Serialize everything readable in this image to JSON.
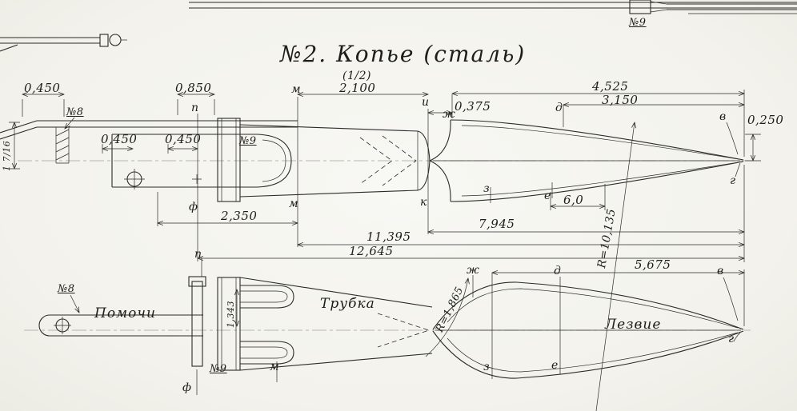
{
  "title": {
    "text": "№2. Копье (сталь)",
    "scale": "(1/2)"
  },
  "top": {
    "rod_tag": "№9"
  },
  "upper": {
    "dims": {
      "d0450": "0,450",
      "d0850": "0,850",
      "d2100": "2,100",
      "d0375": "0,375",
      "d4525": "4,525",
      "d3150": "3,150",
      "d0250": "0,250",
      "d0450b": "0,450",
      "d0450c": "0,450",
      "d2350": "2,350",
      "d7945": "7,945",
      "d60": "6,0",
      "d11395": "11,395",
      "d12645": "12,645",
      "left_height": "1 7/16"
    },
    "tags": {
      "strap": "№8",
      "ferrule": "№9"
    },
    "letters": {
      "p": "п",
      "f": "ф",
      "m": "м",
      "i": "и",
      "k": "к",
      "zh": "ж",
      "d": "д",
      "z": "з",
      "e": "е",
      "v": "в",
      "g": "г"
    }
  },
  "lower": {
    "dims": {
      "d5675": "5,675",
      "r_big": "R=10,135",
      "r_small": "R=1,865",
      "d1343": "1,343"
    },
    "tags": {
      "strap": "№8",
      "ferrule": "№9"
    },
    "names": {
      "straps": "Помочи",
      "socket": "Трубка",
      "blade": "Лезвие"
    },
    "letters": {
      "p": "п",
      "f": "ф",
      "m": "м",
      "zh": "ж",
      "d": "д",
      "z": "з",
      "e": "е",
      "v": "в",
      "g": "г"
    }
  }
}
